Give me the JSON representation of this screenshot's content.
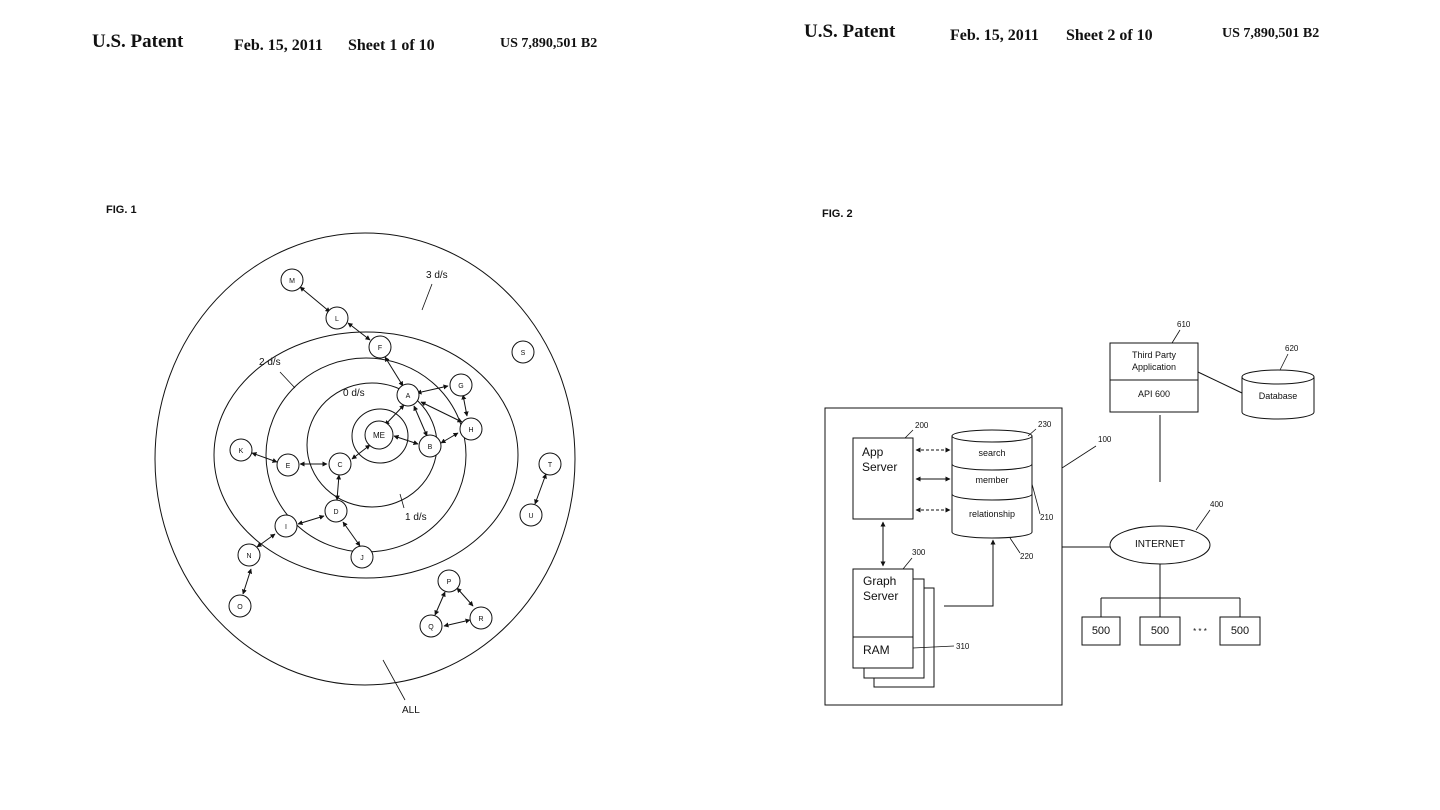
{
  "sheet1": {
    "header": {
      "title": "U.S. Patent",
      "date": "Feb. 15, 2011",
      "sheet": "Sheet 1 of 10",
      "number": "US 7,890,501 B2"
    },
    "fig_label": "FIG. 1",
    "ring_labels": {
      "d0": "0 d/s",
      "d1": "1 d/s",
      "d2": "2 d/s",
      "d3": "3 d/s",
      "all": "ALL"
    },
    "nodes": {
      "me": "ME",
      "a": "A",
      "b": "B",
      "c": "C",
      "d": "D",
      "e": "E",
      "f": "F",
      "g": "G",
      "h": "H",
      "i": "I",
      "j": "J",
      "k": "K",
      "l": "L",
      "m": "M",
      "n": "N",
      "o": "O",
      "p": "P",
      "q": "Q",
      "r": "R",
      "s": "S",
      "t": "T",
      "u": "U"
    }
  },
  "sheet2": {
    "header": {
      "title": "U.S. Patent",
      "date": "Feb. 15, 2011",
      "sheet": "Sheet 2 of 10",
      "number": "US 7,890,501 B2"
    },
    "fig_label": "FIG. 2",
    "app_server": {
      "line1": "App",
      "line2": "Server",
      "ref": "200"
    },
    "database": {
      "ref": "230",
      "tables": [
        "search",
        "member",
        "relationship"
      ],
      "ref_a": "210",
      "ref_b": "220"
    },
    "graph_server": {
      "line1": "Graph",
      "line2": "Server",
      "ref": "300",
      "ram": "RAM",
      "ram_ref": "310"
    },
    "system_ref": "100",
    "third_party": {
      "line1": "Third Party",
      "line2": "Application",
      "api": "API 600",
      "ref": "610"
    },
    "ext_database": {
      "label": "Database",
      "ref": "620"
    },
    "internet": {
      "label": "INTERNET",
      "ref": "400"
    },
    "clients": [
      "500",
      "500",
      "500"
    ],
    "ellipsis": "* * *"
  }
}
